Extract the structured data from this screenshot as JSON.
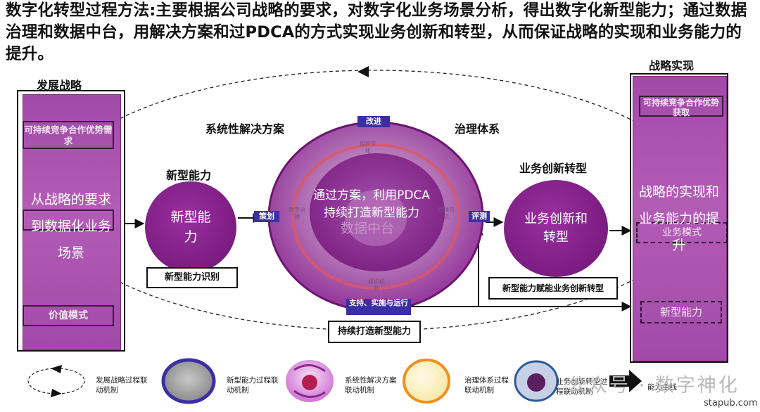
{
  "headline": "数字化转型过程方法:主要根据公司战略的要求，对数字化业务场景分析，得出数字化新型能力；通过数据治理和数据中台，用解决方案和过PDCA的方式实现业务创新和转型，从而保证战略的实现和业务能力的提升。",
  "left_panel": {
    "label": "发展战略",
    "top_box": "可持续竞争合作优势需求",
    "big_text": "从战略的要求到数据化业务场景",
    "bottom_box": "价值模式"
  },
  "right_panel": {
    "label": "战略实现",
    "top_box": "可持续竞争合作优势获取",
    "big_text": "战略的实现和业务能力的提升",
    "mid_box": "业务模式",
    "bottom_box": "新型能力"
  },
  "capability": {
    "label": "新型能力",
    "circle_text": "新型能力",
    "caption": "新型能力识别"
  },
  "center": {
    "left_label": "系统性解决方案",
    "right_label": "治理体系",
    "main_text": "通过方案，利用PDCA持续打造新型能力",
    "faint_text": "数据中台",
    "tag_top": "改进",
    "tag_left": "策划",
    "tag_right": "评测",
    "tag_bottom": "支持、实施与运行",
    "inner_top": "组织文化",
    "inner_bottom": "组织机制",
    "inner_left": "数字治理",
    "inner_right": "管理方式",
    "caption": "持续打造新型能力"
  },
  "innovation": {
    "label": "业务创新转型",
    "circle_text": "业务创新和转型",
    "caption": "新型能力赋能业务创新转型"
  },
  "legend": [
    {
      "text": "发展战略过程联动机制",
      "icon": "dashed-cycle-icon"
    },
    {
      "text": "新型能力过程联动机制",
      "icon": "gray-disc-icon"
    },
    {
      "text": "系统性解决方案联动机制",
      "icon": "pink-sphere-icon"
    },
    {
      "text": "治理体系过程联动机制",
      "icon": "orange-ring-icon"
    },
    {
      "text": "业务创新转型过程联动机制",
      "icon": "blue-ring-icon"
    },
    {
      "text": "能力主线",
      "icon": "thick-arrow-icon"
    }
  ],
  "watermark": "公众号 · 数字神化",
  "site": "stapub.com",
  "colors": {
    "purple_panel": "#a24aa8",
    "circle": "#801f86",
    "tag_blue": "#3b2fa3"
  }
}
